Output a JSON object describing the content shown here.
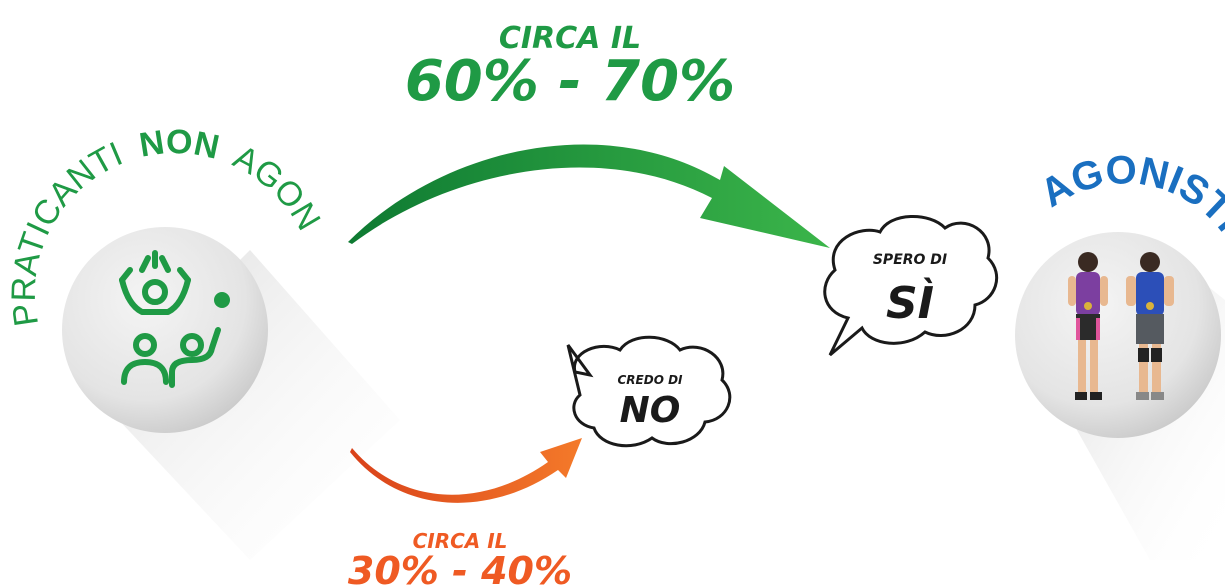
{
  "colors": {
    "green": "#1f9a45",
    "orange": "#ef5a23",
    "blue": "#1a6fc0",
    "dark": "#222222"
  },
  "left_node": {
    "title_part1": "PRATICANTI",
    "title_part2": "NON",
    "title_part3": "AGONISTI",
    "icon": "group-cheering-icon"
  },
  "right_node": {
    "title": "AGONISTI",
    "icon": "athletes-with-medals-icon"
  },
  "upper_path": {
    "prefix": "CIRCA IL",
    "value": "60% - 70%"
  },
  "lower_path": {
    "prefix": "CIRCA IL",
    "value": "30% - 40%"
  },
  "bubble_yes": {
    "line1": "SPERO DI",
    "line2": "SÌ"
  },
  "bubble_no": {
    "line1": "CREDO DI",
    "line2": "NO"
  }
}
